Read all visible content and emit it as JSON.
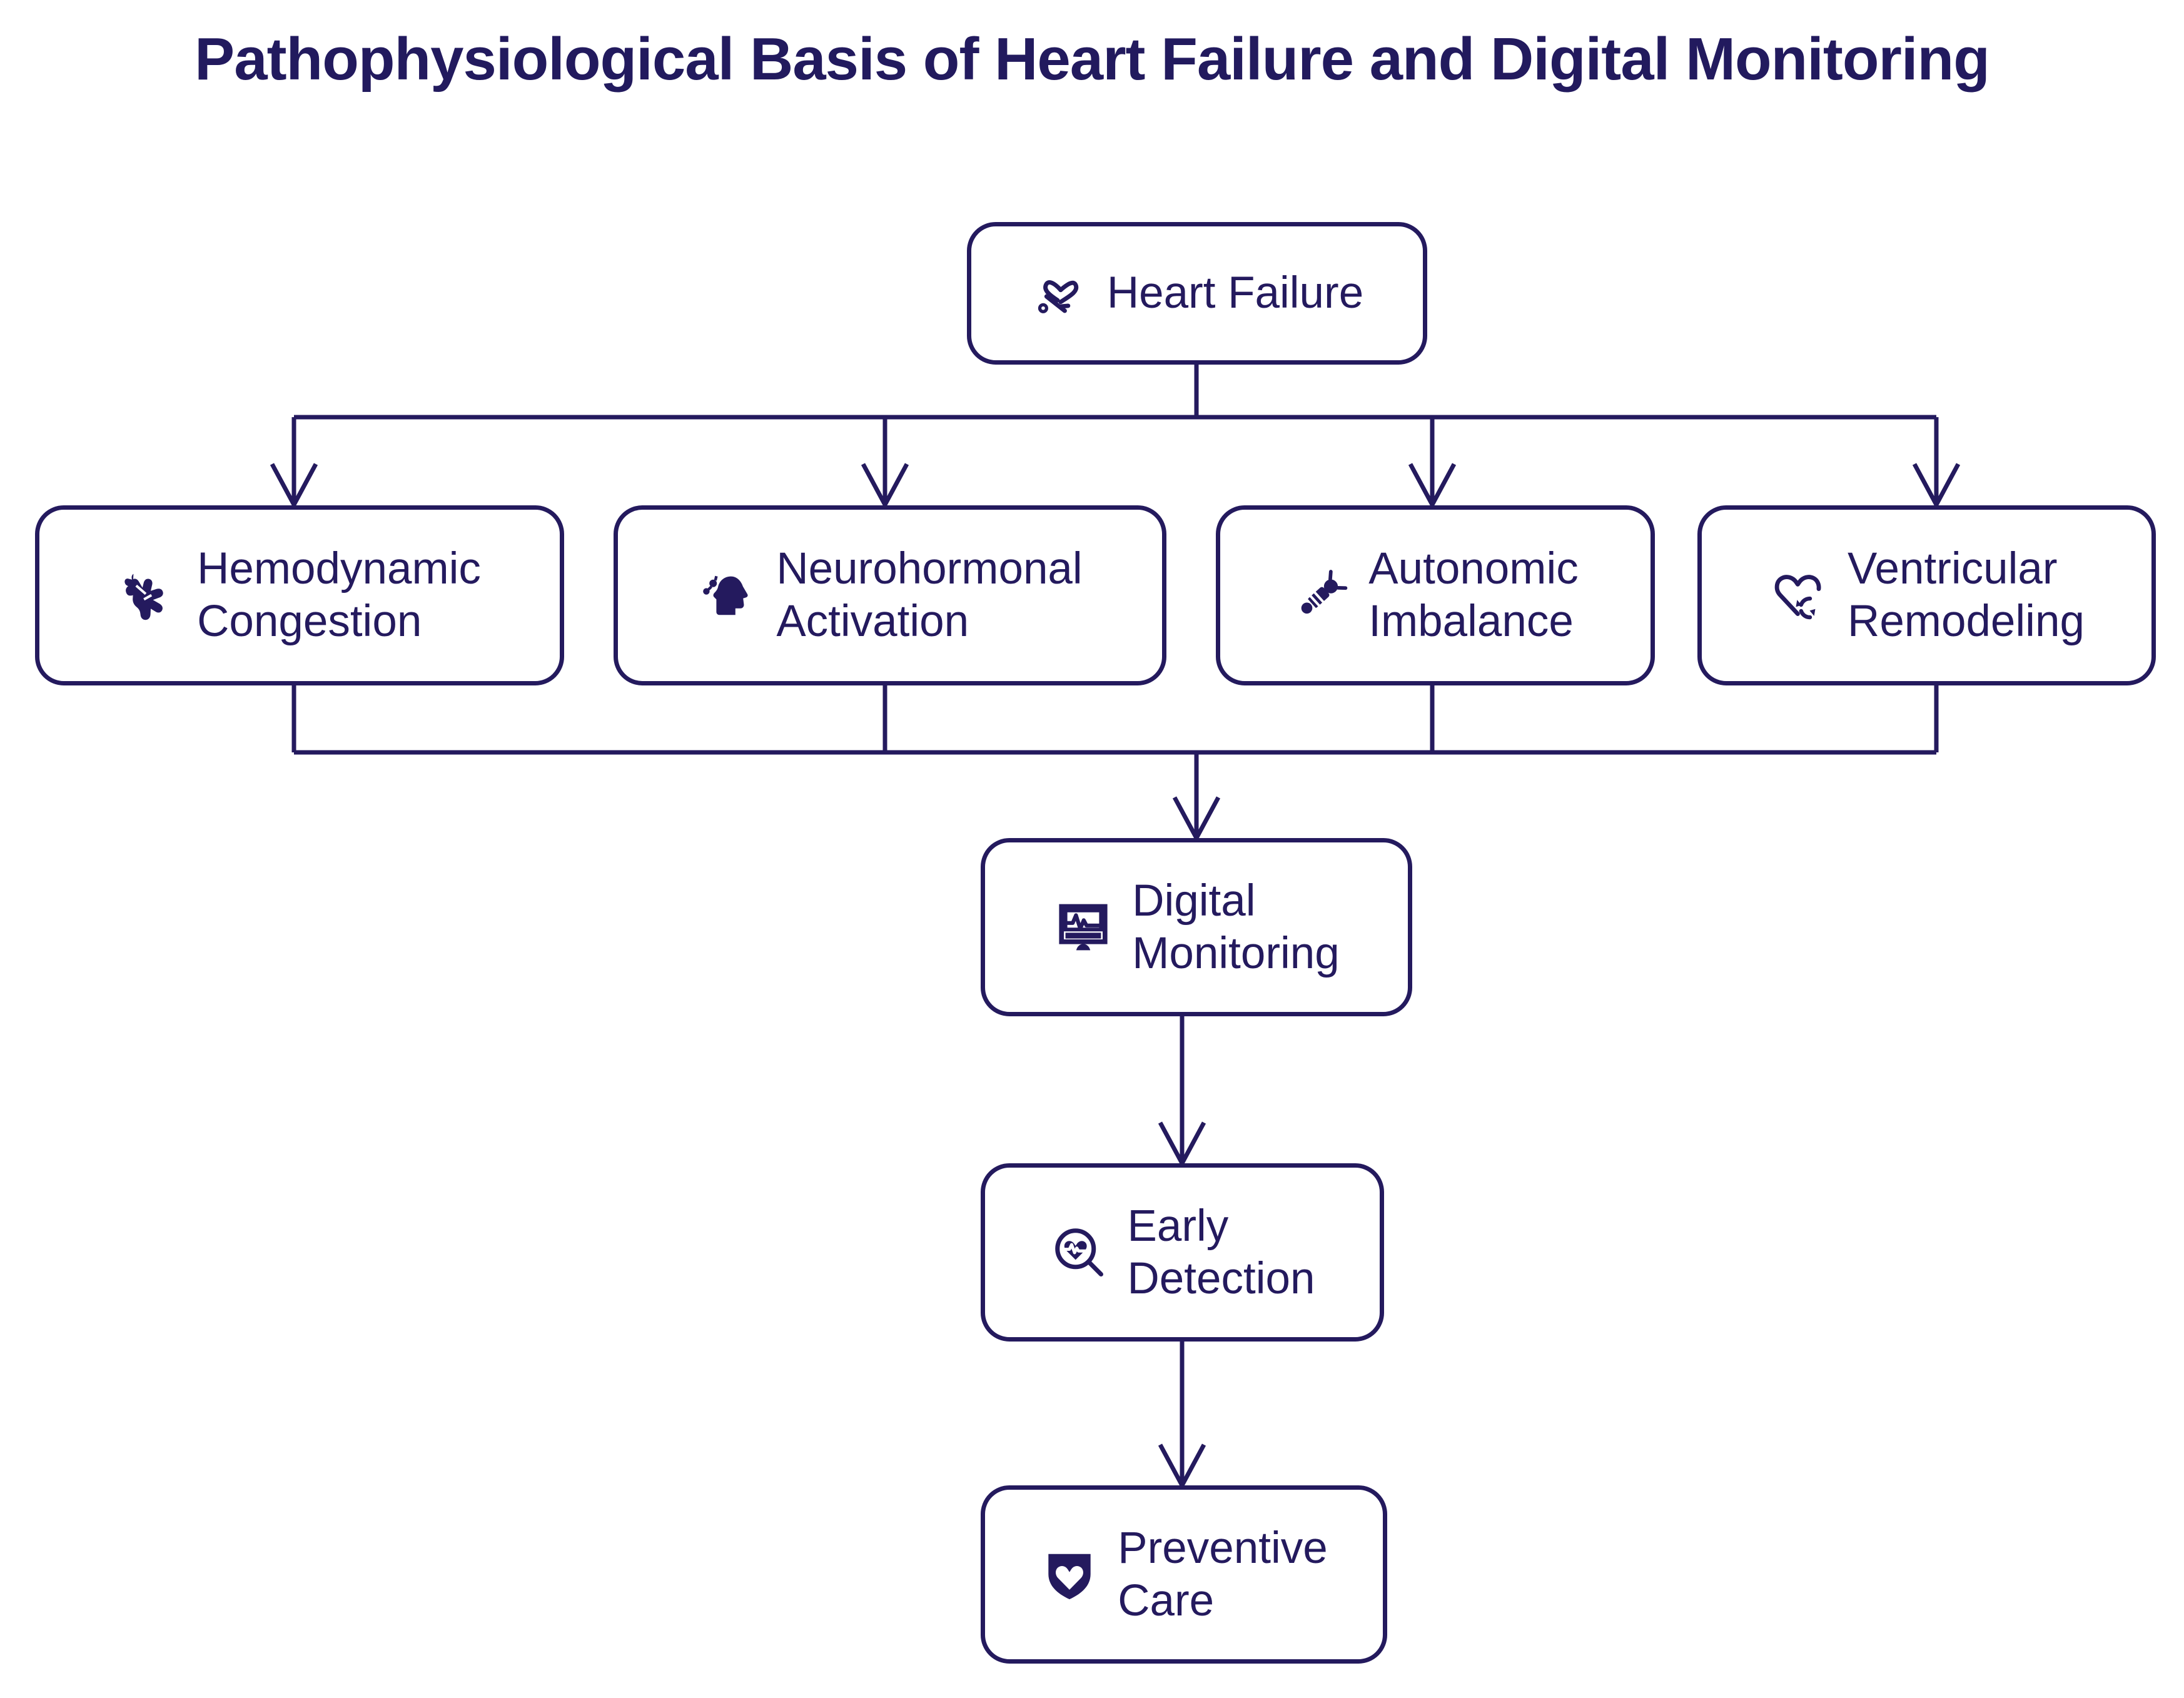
{
  "page": {
    "title": "Pathophysiological Basis of Heart Failure and Digital Monitoring",
    "background_color": "#ffffff",
    "accent_color": "#241a5e"
  },
  "diagram": {
    "type": "flowchart",
    "orientation": "top-down",
    "nodes": [
      {
        "id": "heart_failure",
        "label": "Heart Failure",
        "icon": "stethoscope-heart-icon",
        "row": 1
      },
      {
        "id": "hemodynamic_congestion",
        "label": "Hemodynamic\nCongestion",
        "icon": "anatomical-heart-icon",
        "row": 2
      },
      {
        "id": "neurohormonal_activation",
        "label": "Neurohormonal\nActivation",
        "icon": "head-brain-icon",
        "row": 2
      },
      {
        "id": "autonomic_imbalance",
        "label": "Autonomic\nImbalance",
        "icon": "neuron-icon",
        "row": 2
      },
      {
        "id": "ventricular_remodeling",
        "label": "Ventricular\nRemodeling",
        "icon": "heart-refresh-icon",
        "row": 2
      },
      {
        "id": "digital_monitoring",
        "label": "Digital\nMonitoring",
        "icon": "ecg-monitor-icon",
        "row": 3
      },
      {
        "id": "early_detection",
        "label": "Early\nDetection",
        "icon": "heart-magnifier-icon",
        "row": 4
      },
      {
        "id": "preventive_care",
        "label": "Preventive\nCare",
        "icon": "shield-heart-icon",
        "row": 5
      }
    ],
    "edges": [
      {
        "from": "heart_failure",
        "to": "hemodynamic_congestion"
      },
      {
        "from": "heart_failure",
        "to": "neurohormonal_activation"
      },
      {
        "from": "heart_failure",
        "to": "autonomic_imbalance"
      },
      {
        "from": "heart_failure",
        "to": "ventricular_remodeling"
      },
      {
        "from": "hemodynamic_congestion",
        "to": "digital_monitoring"
      },
      {
        "from": "neurohormonal_activation",
        "to": "digital_monitoring"
      },
      {
        "from": "autonomic_imbalance",
        "to": "digital_monitoring"
      },
      {
        "from": "ventricular_remodeling",
        "to": "digital_monitoring"
      },
      {
        "from": "digital_monitoring",
        "to": "early_detection"
      },
      {
        "from": "early_detection",
        "to": "preventive_care"
      }
    ]
  }
}
